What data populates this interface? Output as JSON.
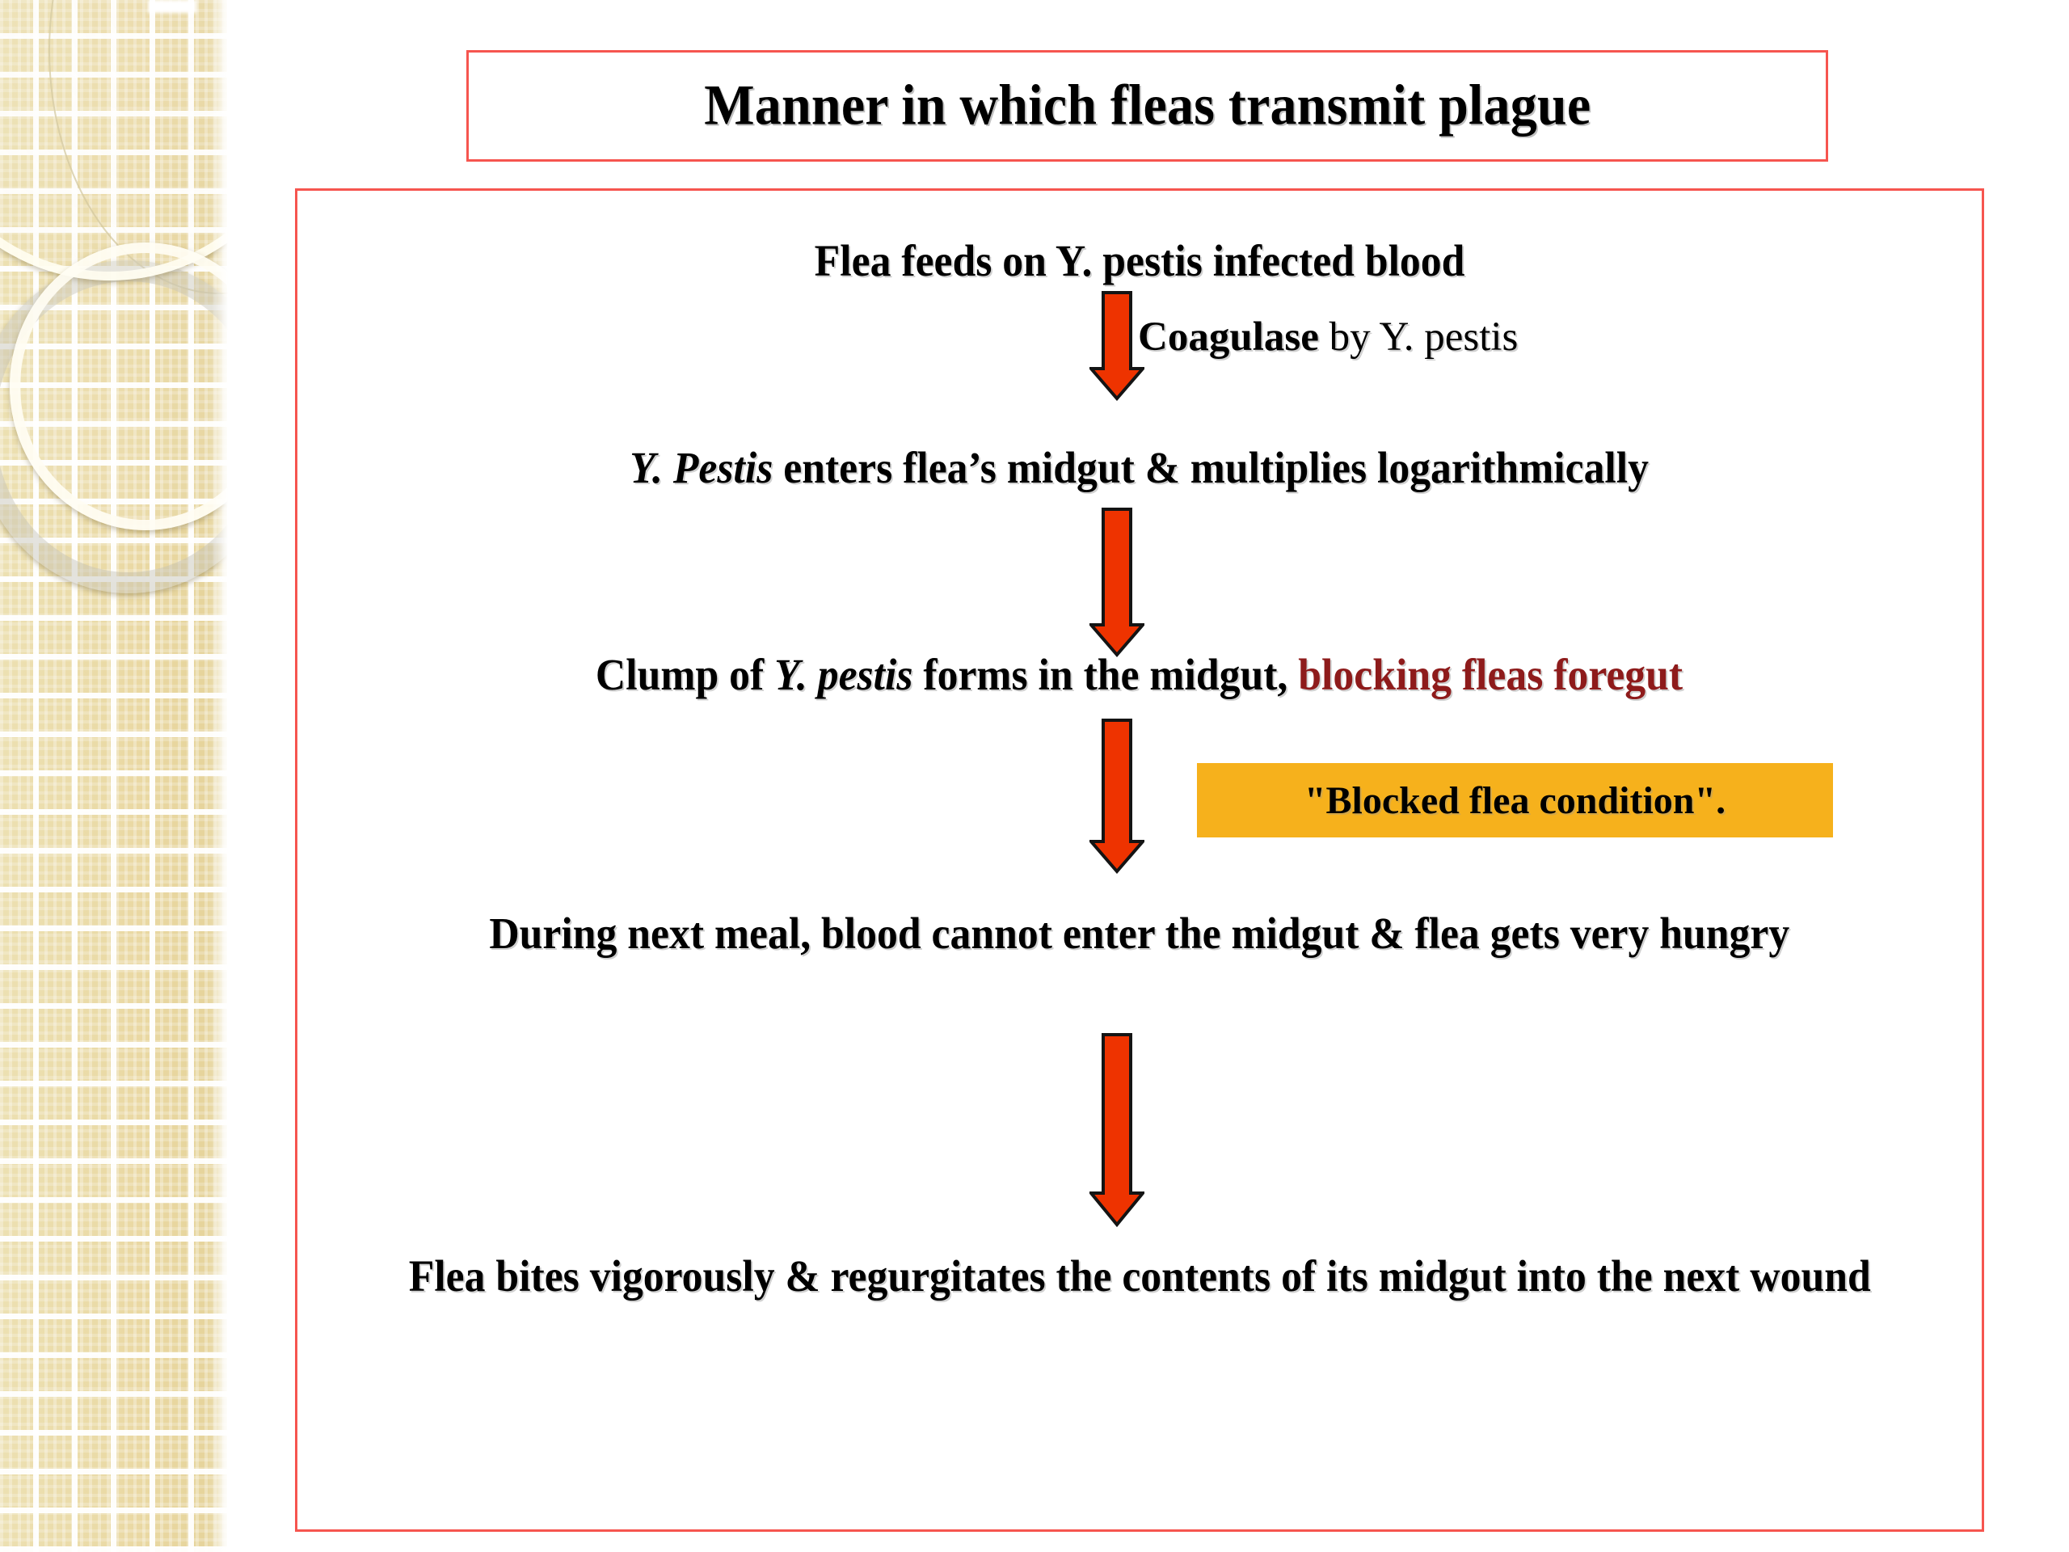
{
  "slide": {
    "title": "Manner in which fleas transmit plague",
    "background_color": "#ffffff",
    "border_color": "#f6554f",
    "sidebar": {
      "name": "decorative-beige-grid-sidebar",
      "base_color": "#ead9a4",
      "grid_line_color": "#ffffff"
    }
  },
  "flow": {
    "arrow_color": "#ee3300",
    "arrow_outline_color": "#1a1a1a",
    "steps": [
      {
        "id": "step-1",
        "text": "Flea feeds on Y. pestis infected blood"
      },
      {
        "id": "step-2",
        "lead": "Y. Pestis",
        "rest": " enters flea’s midgut & multiplies logarithmically"
      },
      {
        "id": "step-3",
        "part_a": "Clump of ",
        "part_a_italic": "Y. pestis",
        "part_b": " forms in the midgut, ",
        "highlight": "blocking fleas foregut",
        "highlight_color": "#8e1b1b"
      },
      {
        "id": "step-4",
        "text": "During next meal, blood cannot enter the midgut & flea gets very hungry"
      },
      {
        "id": "step-5",
        "text": "Flea bites vigorously & regurgitates the contents of its midgut into the next wound"
      }
    ],
    "annotations": [
      {
        "id": "coagulase-note",
        "bold_part": "Coagulase",
        "regular_part": " by Y. pestis"
      },
      {
        "id": "blocked-flea-badge",
        "text": "\"Blocked flea condition\".",
        "background_color": "#f6b11c",
        "text_color": "#000000"
      }
    ],
    "arrows": [
      {
        "id": "arrow-1",
        "from": "step-1",
        "to": "step-2"
      },
      {
        "id": "arrow-2",
        "from": "step-2",
        "to": "step-3"
      },
      {
        "id": "arrow-3",
        "from": "step-3",
        "to": "step-4"
      },
      {
        "id": "arrow-4",
        "from": "step-4",
        "to": "step-5"
      }
    ]
  }
}
